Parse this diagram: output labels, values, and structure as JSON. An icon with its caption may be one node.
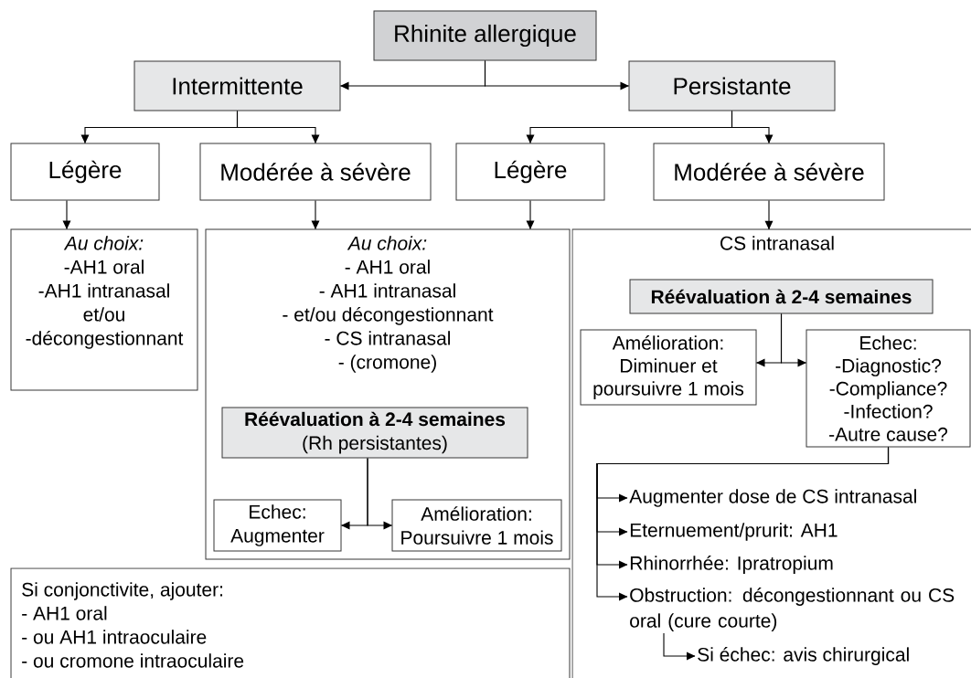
{
  "diagram": {
    "nodes": [
      {
        "text": [
          "Rhinite allergique"
        ]
      },
      {
        "text": [
          "Intermittente"
        ]
      },
      {
        "text": [
          "Persistante"
        ]
      },
      {
        "text": [
          "Légère"
        ]
      },
      {
        "text": [
          "Modérée à sévère"
        ]
      },
      {
        "text": [
          "Légère"
        ]
      },
      {
        "text": [
          "Modérée à sévère"
        ]
      },
      {
        "text": [
          "Au choix:",
          "-AH1 oral",
          "-AH1 intranasal",
          "et/ou",
          "-décongestionnant"
        ]
      },
      {
        "text": [
          "Au choix:",
          "- AH1 oral",
          "- AH1 intranasal",
          "- et/ou décongestionnant",
          "- CS intranasal",
          "- (cromone)"
        ]
      },
      {
        "text": [
          "Réévaluation à 2-4 semaines",
          "(Rh persistantes)"
        ],
        "in": 8
      },
      {
        "text": [
          "Echec:",
          "Augmenter"
        ],
        "in": 8
      },
      {
        "text": [
          "Amélioration:",
          "Poursuivre 1 mois"
        ],
        "in": 8
      },
      {
        "text": [
          "Si conjonctivite, ajouter:",
          "- AH1 oral",
          "- ou AH1 intraoculaire",
          "- ou cromone intraoculaire"
        ]
      },
      {
        "text": [
          "CS intranasal"
        ]
      },
      {
        "text": [
          "Réévaluation à 2-4 semaines"
        ],
        "in": 13
      },
      {
        "text": [
          "Amélioration:",
          "Diminuer et",
          "poursuivre 1 mois"
        ],
        "in": 13
      },
      {
        "text": [
          "Echec:",
          "-Diagnostic?",
          "-Compliance?",
          "-Infection?",
          "-Autre cause?"
        ],
        "in": 13
      },
      {
        "text": [
          "Augmenter dose de CS intranasal"
        ],
        "in": 13
      },
      {
        "text": [
          "Eternuement/prurit: AH1"
        ],
        "in": 13
      },
      {
        "text": [
          "Rhinorrhée: Ipratropium"
        ],
        "in": 13
      },
      {
        "text": [
          "Obstruction: décongestionnant ou CS oral (cure courte)"
        ],
        "in": 13
      },
      {
        "text": [
          "Si échec: avis chirurgical"
        ],
        "in": 13
      }
    ],
    "edges": [
      {
        "from": 0,
        "to": 1,
        "arrow": "to"
      },
      {
        "from": 0,
        "to": 2,
        "arrow": "to"
      },
      {
        "from": 1,
        "to": 3,
        "arrow": "to"
      },
      {
        "from": 1,
        "to": 4,
        "arrow": "to"
      },
      {
        "from": 2,
        "to": 5,
        "arrow": "to"
      },
      {
        "from": 2,
        "to": 6,
        "arrow": "to"
      },
      {
        "from": 3,
        "to": 7,
        "arrow": "to"
      },
      {
        "from": 4,
        "to": 8,
        "arrow": "to"
      },
      {
        "from": 5,
        "to": 8,
        "arrow": "to"
      },
      {
        "from": 6,
        "to": 13,
        "arrow": "to"
      },
      {
        "from": 9,
        "to": 10,
        "arrow": "to"
      },
      {
        "from": 9,
        "to": 11,
        "arrow": "to"
      },
      {
        "from": 14,
        "to": 15,
        "arrow": "to"
      },
      {
        "from": 14,
        "to": 16,
        "arrow": "to"
      },
      {
        "from": 16,
        "to": 17,
        "arrow": "to"
      },
      {
        "from": 16,
        "to": 18,
        "arrow": "to"
      },
      {
        "from": 16,
        "to": 19,
        "arrow": "to"
      },
      {
        "from": 16,
        "to": 20,
        "arrow": "to"
      },
      {
        "from": 20,
        "to": 21,
        "arrow": "to"
      }
    ]
  }
}
